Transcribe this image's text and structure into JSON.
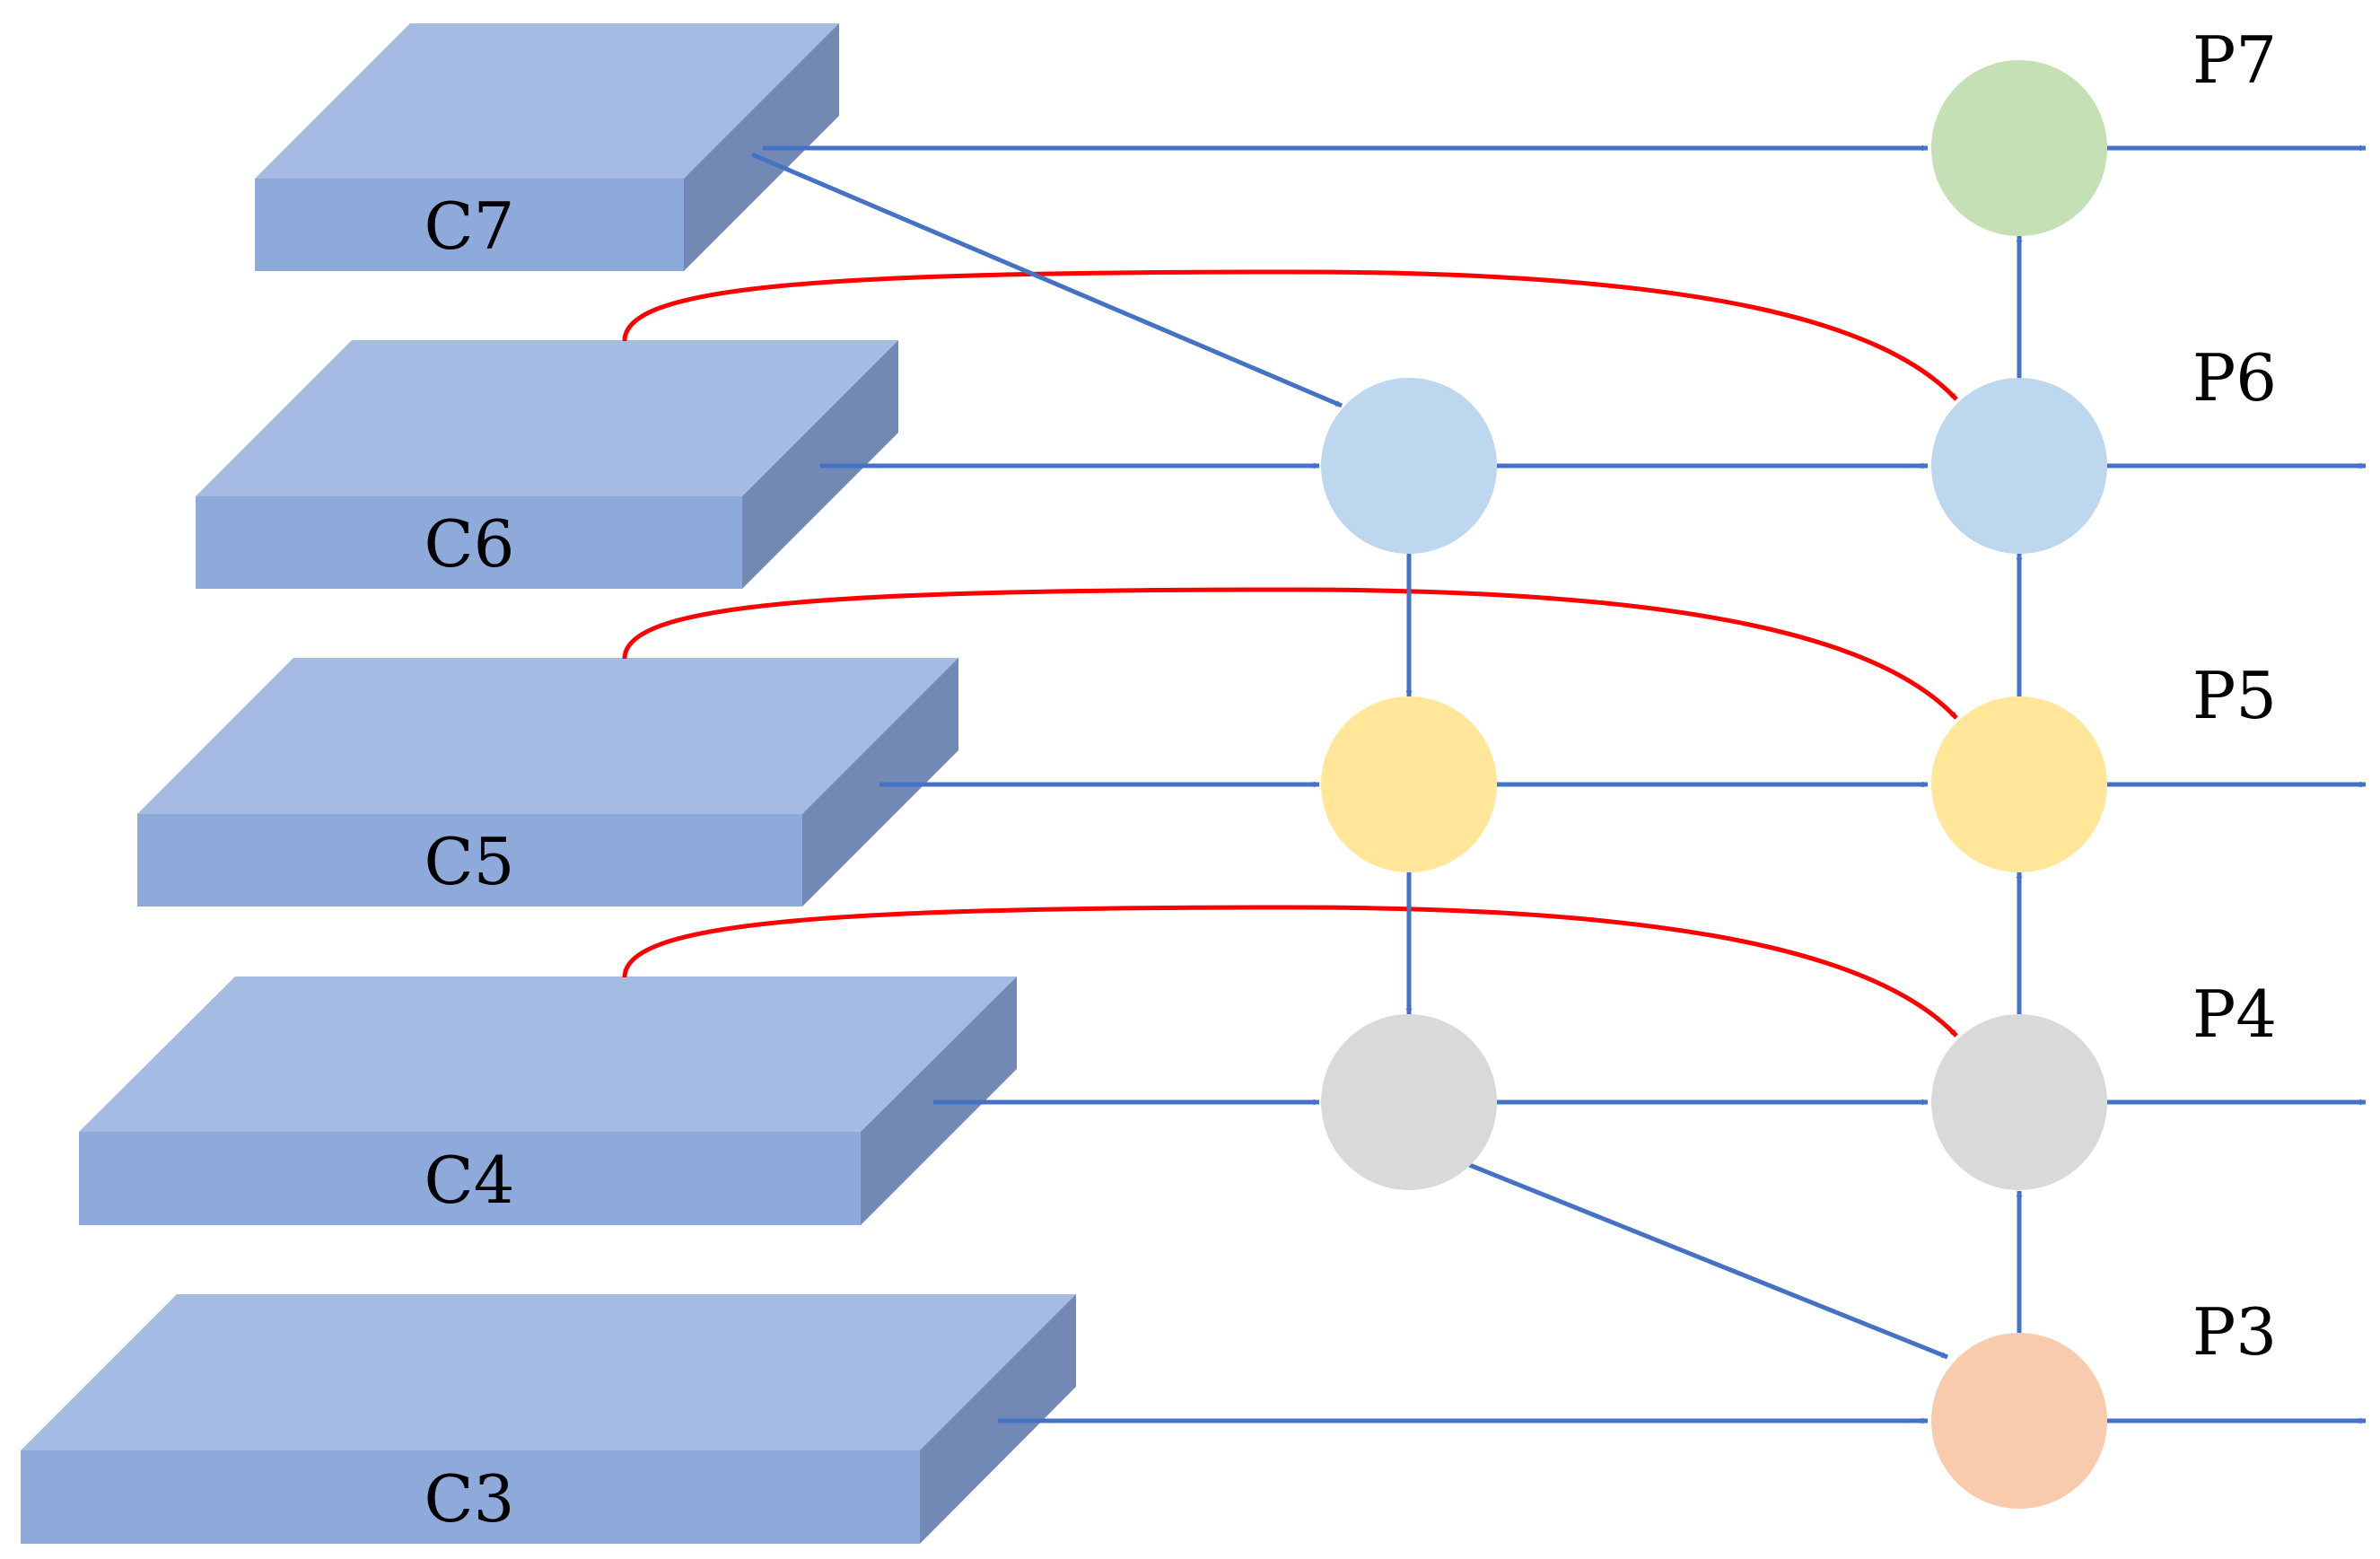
{
  "colors": {
    "block_top": "#a6bbe3",
    "block_front": "#8eaadb",
    "block_side": "#7189b4",
    "arrow_blue": "#4472c4",
    "arrow_red": "#ff0000",
    "node_blue": "#bdd7ee",
    "node_yellow": "#ffe699",
    "node_gray": "#d9d9d9",
    "node_orange": "#f8cbad",
    "node_green": "#c5e0b4"
  },
  "backbone": [
    {
      "id": "c7",
      "label": "C7"
    },
    {
      "id": "c6",
      "label": "C6"
    },
    {
      "id": "c5",
      "label": "C5"
    },
    {
      "id": "c4",
      "label": "C4"
    },
    {
      "id": "c3",
      "label": "C3"
    }
  ],
  "outputs": [
    {
      "id": "p7",
      "label": "P7"
    },
    {
      "id": "p6",
      "label": "P6"
    },
    {
      "id": "p5",
      "label": "P5"
    },
    {
      "id": "p4",
      "label": "P4"
    },
    {
      "id": "p3",
      "label": "P3"
    }
  ],
  "nodes": [
    {
      "id": "m6",
      "color": "node_blue"
    },
    {
      "id": "m5",
      "color": "node_yellow"
    },
    {
      "id": "m4",
      "color": "node_gray"
    },
    {
      "id": "o7",
      "color": "node_green"
    },
    {
      "id": "o6",
      "color": "node_blue"
    },
    {
      "id": "o5",
      "color": "node_yellow"
    },
    {
      "id": "o4",
      "color": "node_gray"
    },
    {
      "id": "o3",
      "color": "node_orange"
    }
  ]
}
